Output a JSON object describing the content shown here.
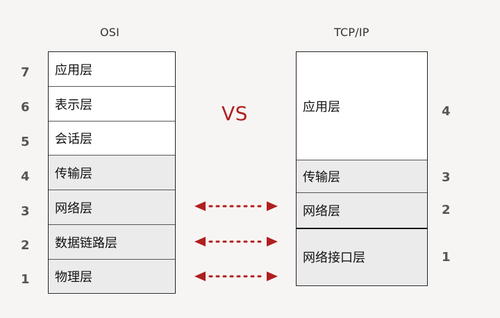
{
  "titles": {
    "osi": "OSI",
    "tcpip": "TCP/IP"
  },
  "vs_label": "VS",
  "osi_layers": [
    {
      "number": "7",
      "name": "应用层"
    },
    {
      "number": "6",
      "name": "表示层"
    },
    {
      "number": "5",
      "name": "会话层"
    },
    {
      "number": "4",
      "name": "传输层"
    },
    {
      "number": "3",
      "name": "网络层"
    },
    {
      "number": "2",
      "name": "数据链路层"
    },
    {
      "number": "1",
      "name": "物理层"
    }
  ],
  "tcpip_layers": [
    {
      "number": "4",
      "name": "应用层"
    },
    {
      "number": "3",
      "name": "传输层"
    },
    {
      "number": "2",
      "name": "网络层"
    },
    {
      "number": "1",
      "name": "网络接口层"
    }
  ],
  "colors": {
    "arrow": "#b01f1f",
    "vs": "#b01f1f",
    "shaded_layer": "#ebebeb"
  }
}
